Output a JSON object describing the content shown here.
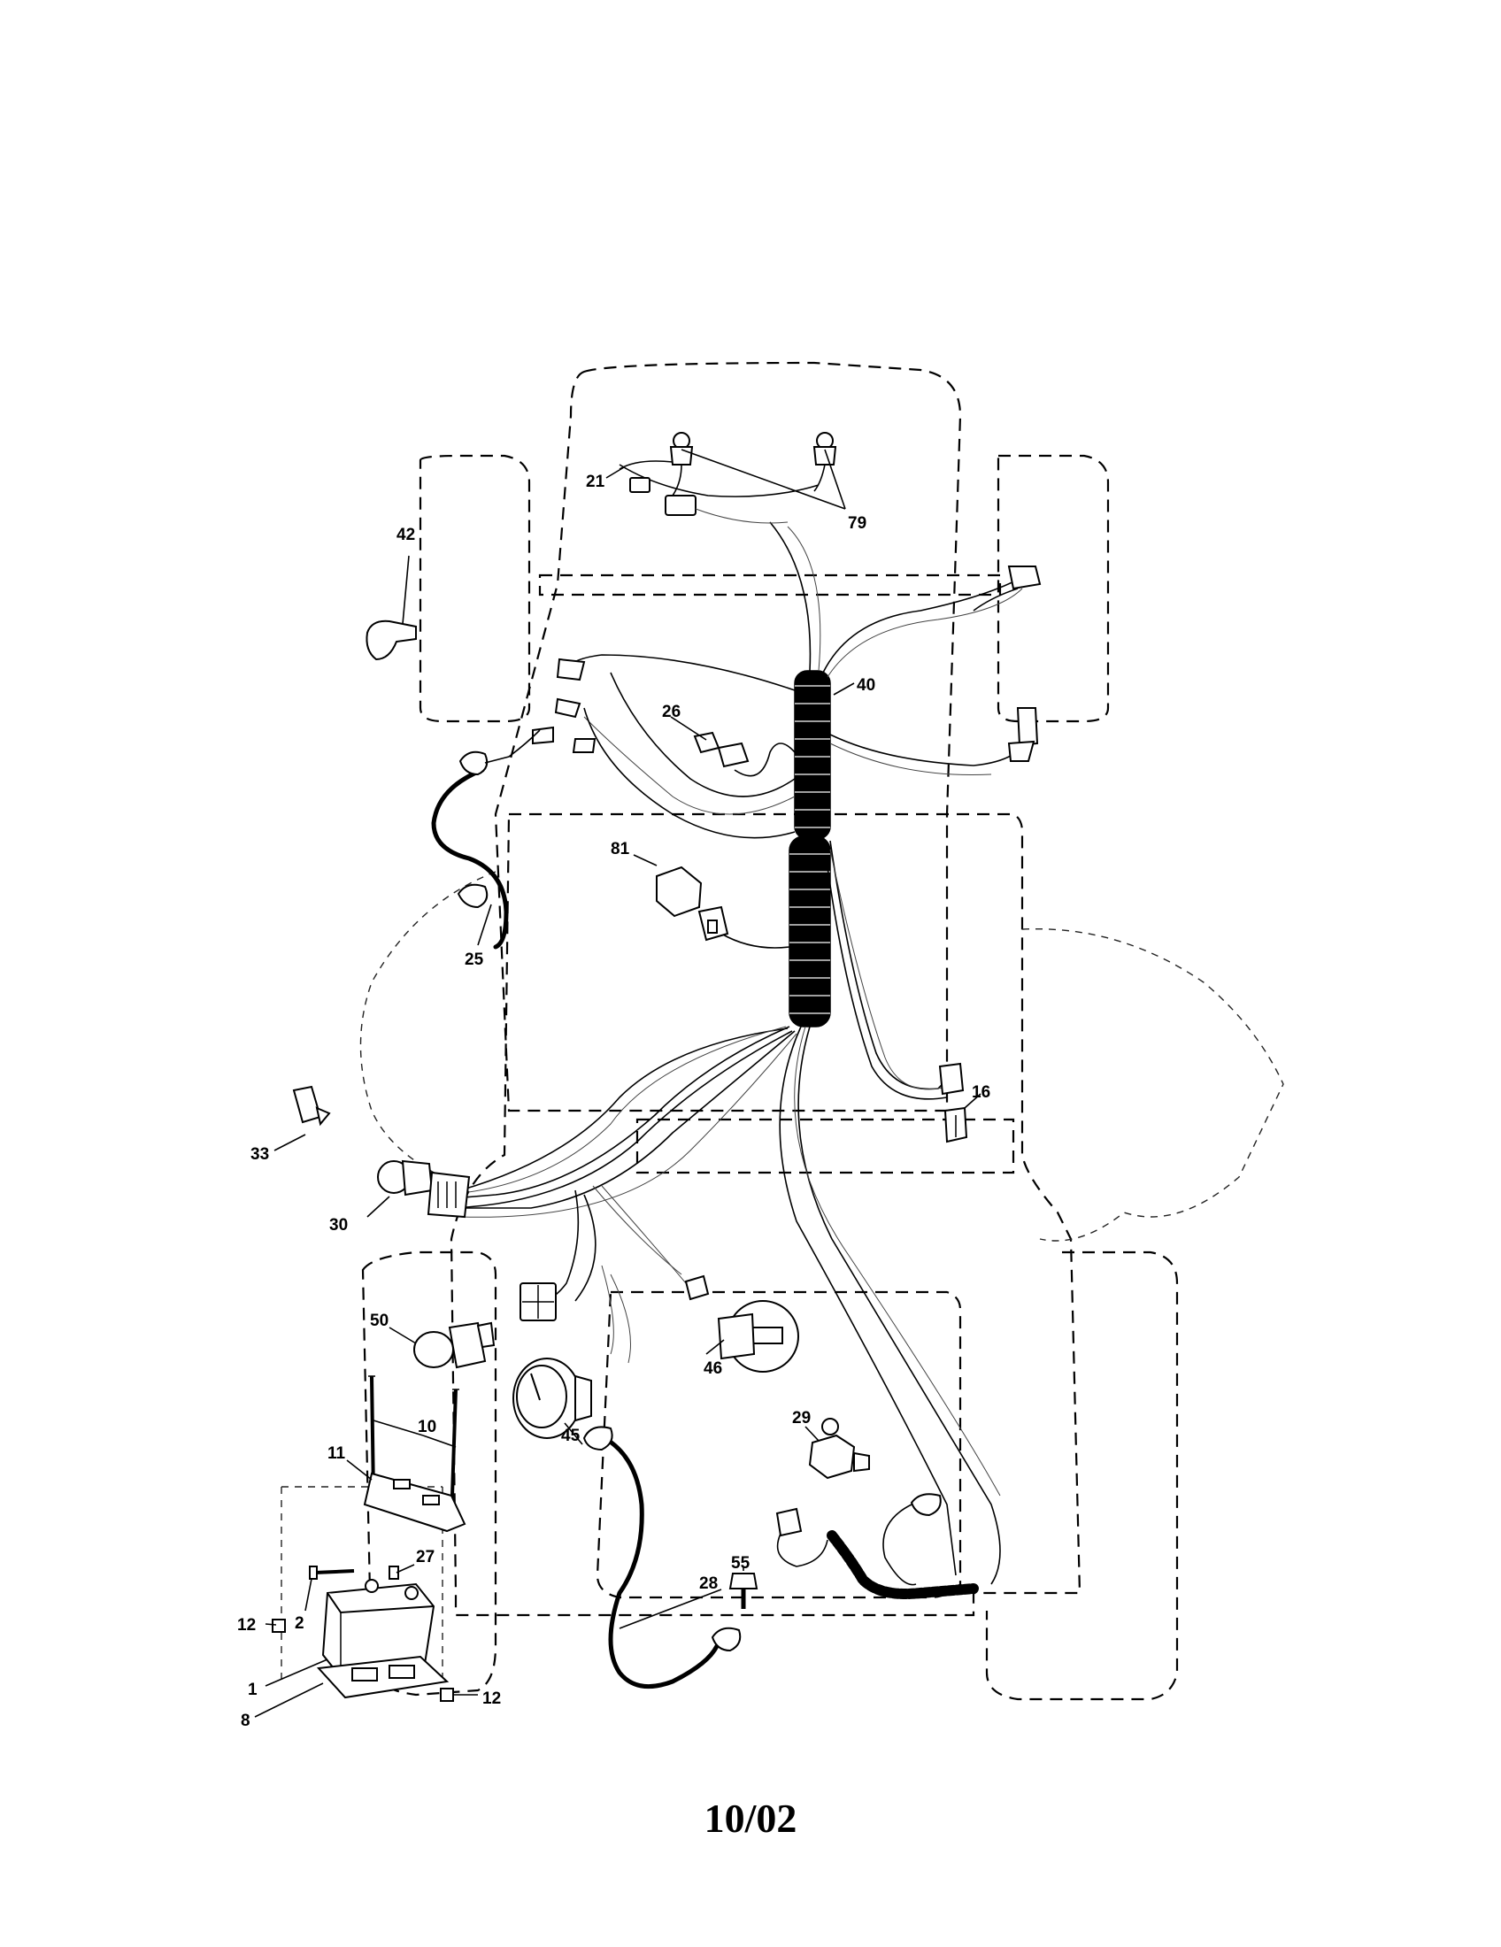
{
  "callouts": {
    "c1": "1",
    "c2": "2",
    "c8": "8",
    "c10": "10",
    "c11": "11",
    "c12a": "12",
    "c12b": "12",
    "c16": "16",
    "c21": "21",
    "c25": "25",
    "c26": "26",
    "c27": "27",
    "c28": "28",
    "c29": "29",
    "c30": "30",
    "c33": "33",
    "c40": "40",
    "c42": "42",
    "c45": "45",
    "c46": "46",
    "c50": "50",
    "c55": "55",
    "c79": "79",
    "c81": "81"
  },
  "footer": {
    "date_code": "10/02"
  }
}
